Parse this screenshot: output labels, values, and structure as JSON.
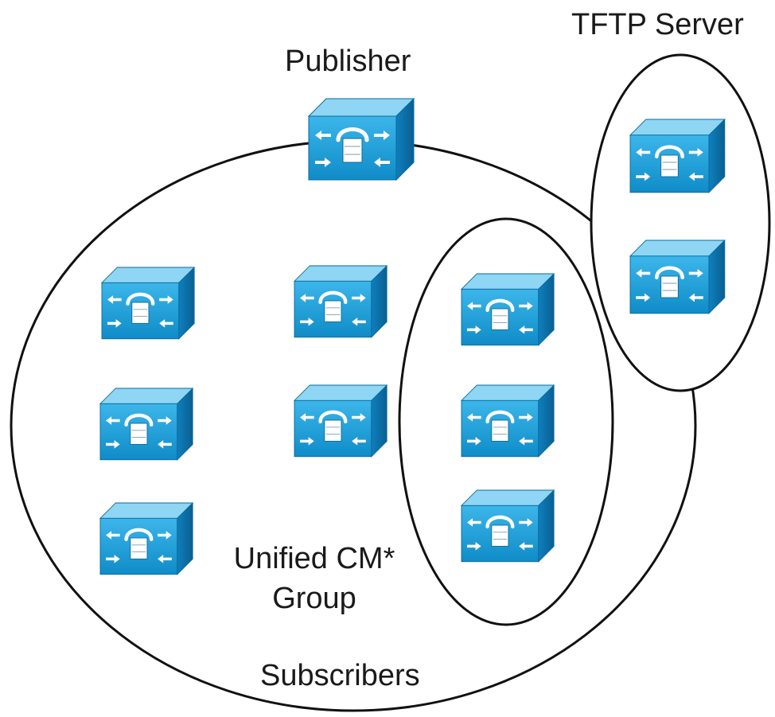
{
  "labels": {
    "tftp_server": "TFTP Server",
    "publisher": "Publisher",
    "group_line1": "Unified CM*",
    "group_line2": "Group",
    "subscribers": "Subscribers"
  },
  "icons": {
    "server": "call-manager-server-icon"
  },
  "colors": {
    "outline": "#111111",
    "server_front": "#1aa0dc",
    "server_side": "#0c72a8",
    "server_top": "#7fd0f2"
  }
}
